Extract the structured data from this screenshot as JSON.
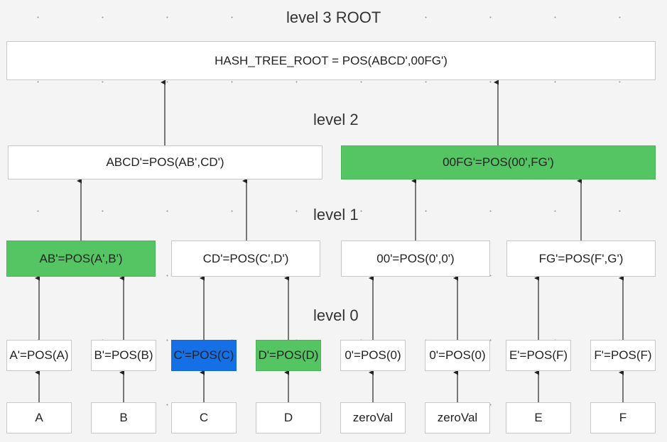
{
  "levels": {
    "level3": "level 3 ROOT",
    "level2": "level 2",
    "level1": "level 1",
    "level0": "level 0"
  },
  "nodes": {
    "root": "HASH_TREE_ROOT = POS(ABCD',00FG')",
    "abcd": "ABCD'=POS(AB',CD')",
    "fg00": "00FG'=POS(00',FG')",
    "ab": "AB'=POS(A',B')",
    "cd": "CD'=POS(C',D')",
    "z00": "00'=POS(0',0')",
    "fgp": "FG'=POS(F',G')",
    "ap": "A'=POS(A)",
    "bp": "B'=POS(B)",
    "cp": "C'=POS(C)",
    "dp": "D'=POS(D)",
    "z0a": "0'=POS(0)",
    "z0b": "0'=POS(0)",
    "ep": "E'=POS(F)",
    "fp": "F'=POS(F)",
    "a": "A",
    "b": "B",
    "c": "C",
    "d": "D",
    "zva": "zeroVal",
    "zvb": "zeroVal",
    "e": "E",
    "f": "F"
  },
  "colors": {
    "highlight_green": "#55c463",
    "highlight_blue": "#1570e6",
    "node_border": "#c9c9c9",
    "edge": "#222222"
  }
}
